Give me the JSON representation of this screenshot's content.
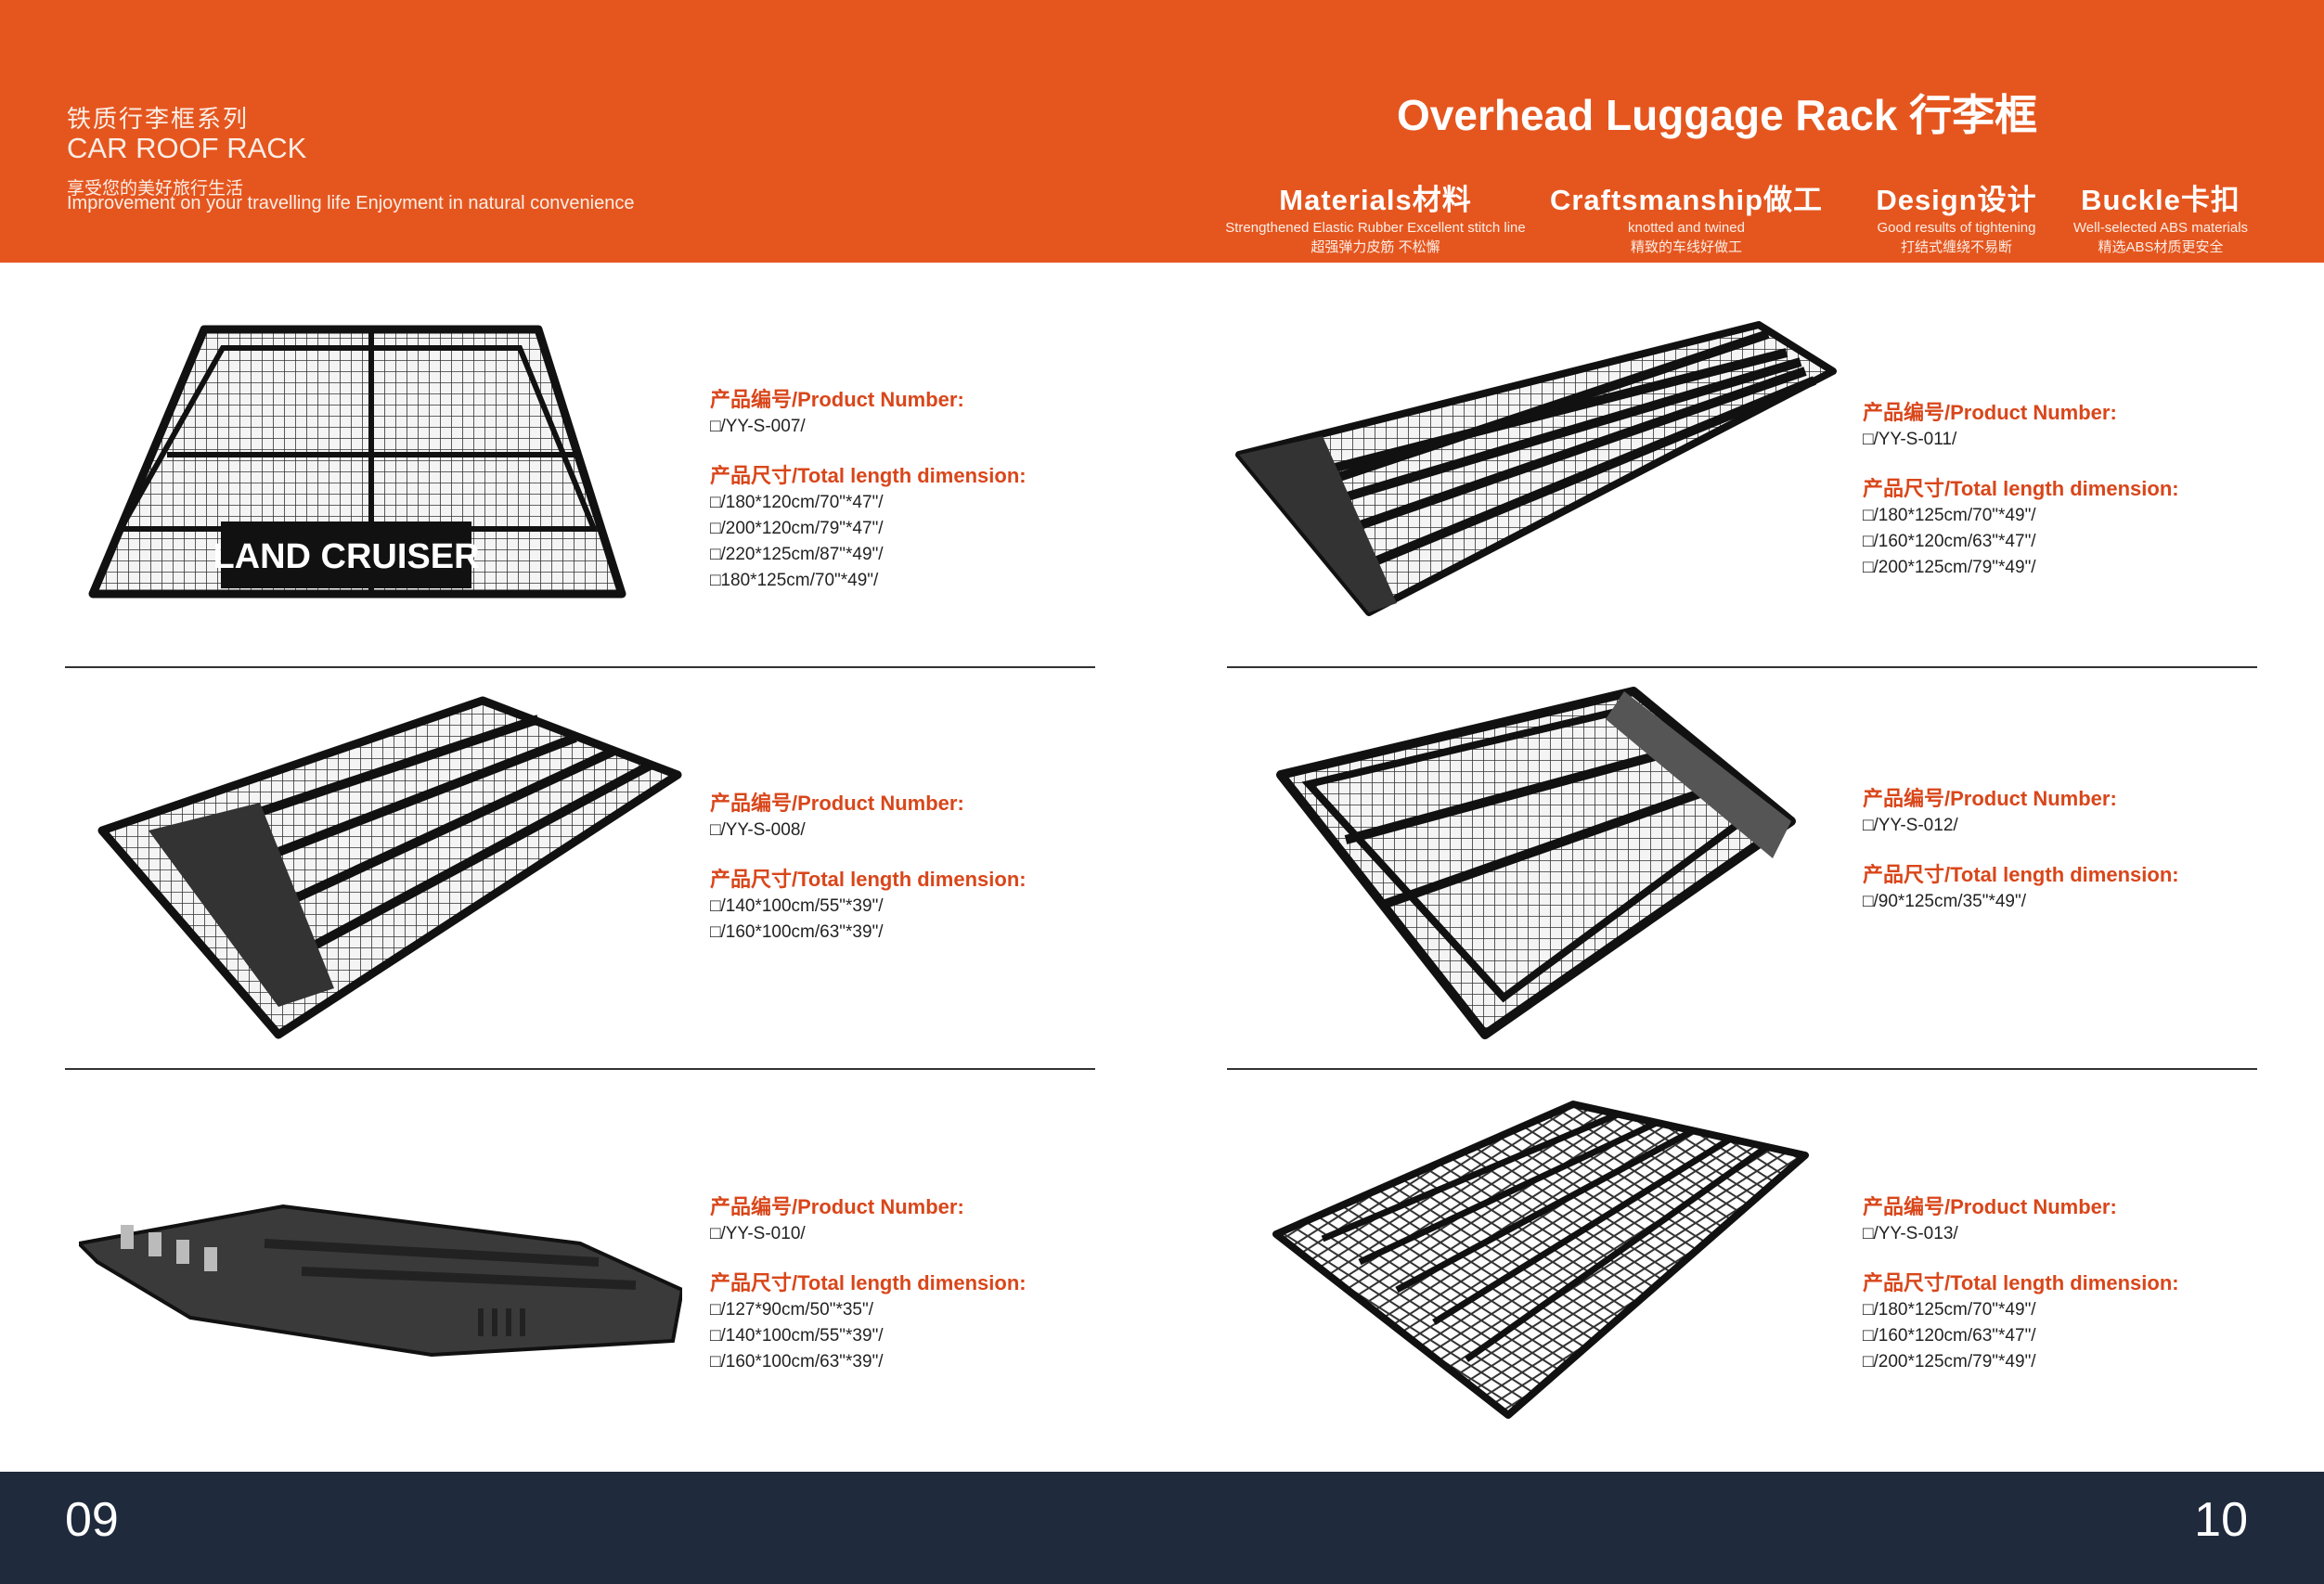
{
  "header": {
    "left_title_cn": "铁质行李框系列",
    "left_title_en": "CAR ROOF RACK",
    "left_sub_cn": "享受您的美好旅行生活",
    "left_sub_en": "Improvement on your travelling life  Enjoyment in natural convenience",
    "right_title": "Overhead Luggage Rack 行李框",
    "features": [
      {
        "title": "Materials材料",
        "sub_en": "Strengthened Elastic Rubber Excellent stitch line",
        "sub_cn": "超强弹力皮筋 不松懈"
      },
      {
        "title": "Craftsmanship做工",
        "sub_en": "knotted and twined",
        "sub_cn": "精致的车线好做工"
      },
      {
        "title": "Design设计",
        "sub_en": "Good results of tightening",
        "sub_cn": "打结式缠绕不易断"
      },
      {
        "title": "Buckle卡扣",
        "sub_en": "Well-selected ABS materials",
        "sub_cn": "精选ABS材质更安全"
      }
    ]
  },
  "labels": {
    "product_number": "产品编号/Product Number:",
    "dimension": "产品尺寸/Total length dimension:"
  },
  "products": [
    {
      "number": "□/YY-S-007/",
      "dims": [
        "□/180*120cm/70\"*47\"/",
        "□/200*120cm/79\"*47\"/",
        "□/220*125cm/87\"*49\"/",
        "□180*125cm/70\"*49\"/"
      ],
      "image_text": "LAND CRUISER"
    },
    {
      "number": "□/YY-S-011/",
      "dims": [
        "□/180*125cm/70\"*49\"/",
        "□/160*120cm/63\"*47\"/",
        "□/200*125cm/79\"*49\"/"
      ]
    },
    {
      "number": "□/YY-S-008/",
      "dims": [
        "□/140*100cm/55\"*39\"/",
        "□/160*100cm/63\"*39\"/"
      ]
    },
    {
      "number": "□/YY-S-012/",
      "dims": [
        "□/90*125cm/35\"*49\"/"
      ]
    },
    {
      "number": "□/YY-S-010/",
      "dims": [
        "□/127*90cm/50\"*35\"/",
        "□/140*100cm/55\"*39\"/",
        "□/160*100cm/63\"*39\"/"
      ]
    },
    {
      "number": "□/YY-S-013/",
      "dims": [
        "□/180*125cm/70\"*49\"/",
        "□/160*120cm/63\"*47\"/",
        "□/200*125cm/79\"*49\"/"
      ]
    }
  ],
  "footer": {
    "left_page": "09",
    "right_page": "10"
  },
  "colors": {
    "brand_orange": "#e5561f",
    "label_orange": "#d9461a",
    "footer_navy": "#1f2a3c"
  }
}
